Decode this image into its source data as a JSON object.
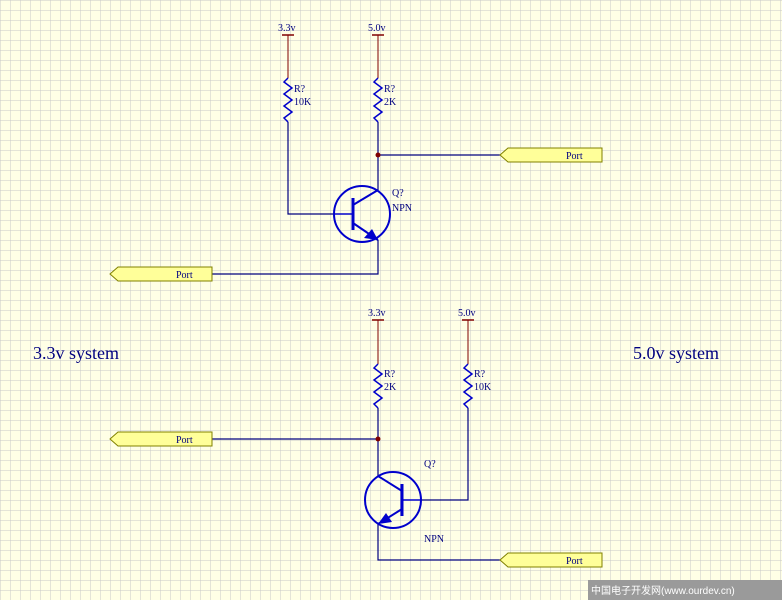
{
  "system_labels": {
    "left": "3.3v system",
    "right": "5.0v system"
  },
  "top_circuit": {
    "supply_left": "3.3v",
    "supply_right": "5.0v",
    "r1": {
      "designator": "R?",
      "value": "10K"
    },
    "r2": {
      "designator": "R?",
      "value": "2K"
    },
    "transistor": {
      "designator": "Q?",
      "type": "NPN"
    },
    "port_collector": "Port",
    "port_emitter": "Port"
  },
  "bottom_circuit": {
    "supply_left": "3.3v",
    "supply_right": "5.0v",
    "r1": {
      "designator": "R?",
      "value": "2K"
    },
    "r2": {
      "designator": "R?",
      "value": "10K"
    },
    "transistor": {
      "designator": "Q?",
      "type": "NPN"
    },
    "port_collector": "Port",
    "port_emitter": "Port"
  },
  "watermark": "中国电子开发网(www.ourdev.cn)",
  "colors": {
    "background": "#ffffe6",
    "grid": "#c8c8c8",
    "wire": "#000080",
    "component": "#0000cc",
    "junction": "#800000",
    "power": "#800000",
    "port_fill": "#ffff99"
  }
}
